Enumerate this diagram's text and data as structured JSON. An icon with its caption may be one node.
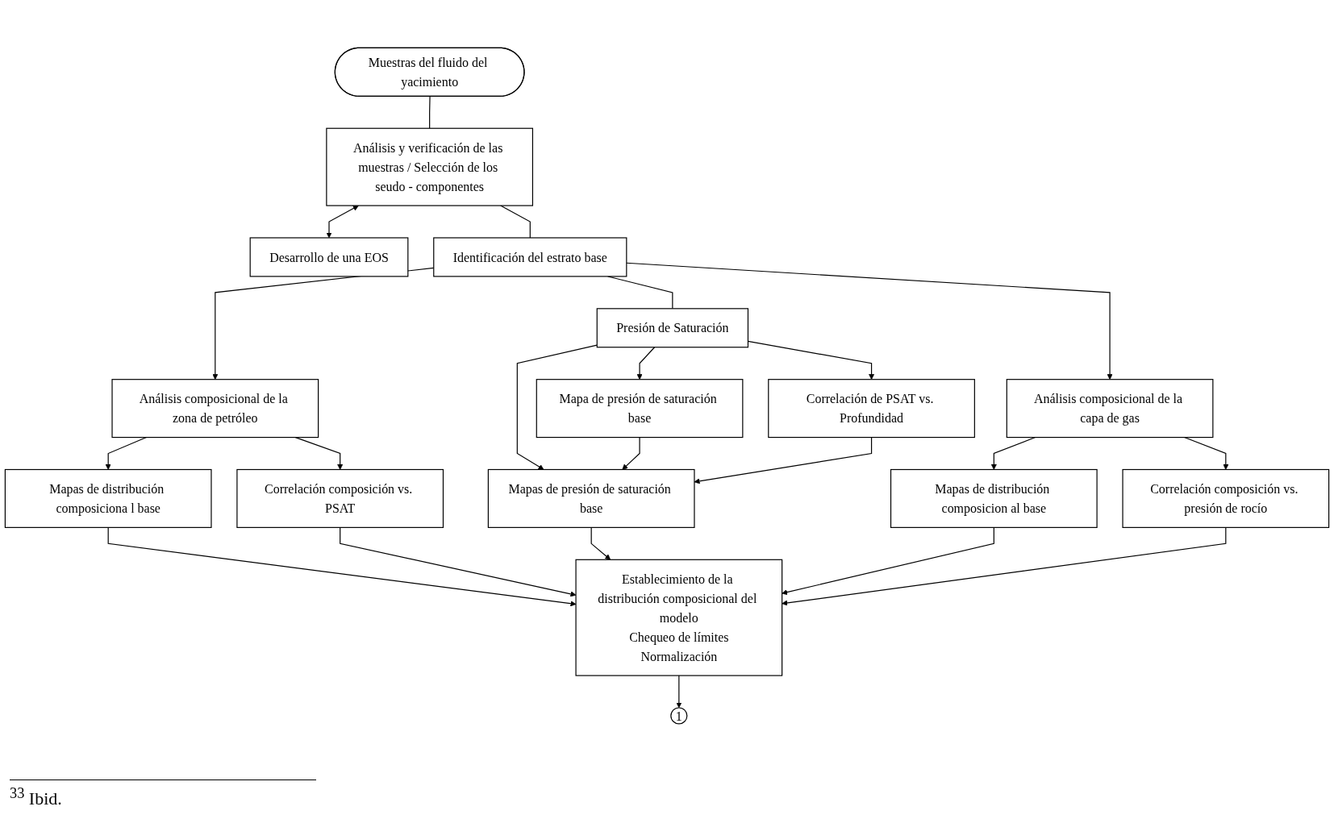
{
  "diagram": {
    "nodes": [
      {
        "text": [
          "Muestras del fluido del yacimiento"
        ]
      },
      {
        "text": [
          "Análisis y verificación de las muestras / Selección de los seudo - componentes"
        ]
      },
      {
        "text": [
          "Desarrollo de una EOS"
        ]
      },
      {
        "text": [
          "Identificación del estrato base"
        ]
      },
      {
        "text": [
          "Análisis composicional de la zona de petróleo"
        ]
      },
      {
        "text": [
          "Presión de Saturación"
        ]
      },
      {
        "text": [
          "Análisis composicional de la capa de gas"
        ]
      },
      {
        "text": [
          "Mapas de distribución composiciona l base"
        ]
      },
      {
        "text": [
          "Correlación composición vs. PSAT"
        ]
      },
      {
        "text": [
          "Mapa de presión de saturación base"
        ]
      },
      {
        "text": [
          "Correlación de PSAT vs. Profundidad"
        ]
      },
      {
        "text": [
          "Mapas de presión de saturación base"
        ]
      },
      {
        "text": [
          "Mapas de distribución composicion al base"
        ]
      },
      {
        "text": [
          "Correlación composición vs. presión de rocío"
        ]
      },
      {
        "text": [
          "Establecimiento de la distribución composicional del modelo",
          "Chequeo de límites",
          "Normalización"
        ]
      },
      {
        "text": [
          "1"
        ]
      }
    ],
    "edges": [
      {
        "from": 0,
        "to": 1,
        "arrow": "none"
      },
      {
        "from": 1,
        "to": 2,
        "arrow": "both"
      },
      {
        "from": 1,
        "to": 3,
        "arrow": "none"
      },
      {
        "from": 3,
        "to": 4,
        "arrow": "to"
      },
      {
        "from": 3,
        "to": 5,
        "arrow": "none"
      },
      {
        "from": 3,
        "to": 6,
        "arrow": "to"
      },
      {
        "from": 4,
        "to": 7,
        "arrow": "to"
      },
      {
        "from": 4,
        "to": 8,
        "arrow": "to"
      },
      {
        "from": 5,
        "to": 9,
        "arrow": "to"
      },
      {
        "from": 5,
        "to": 10,
        "arrow": "to"
      },
      {
        "from": 5,
        "to": 11,
        "arrow": "to"
      },
      {
        "from": 9,
        "to": 11,
        "arrow": "to"
      },
      {
        "from": 10,
        "to": 11,
        "arrow": "to"
      },
      {
        "from": 6,
        "to": 12,
        "arrow": "to"
      },
      {
        "from": 6,
        "to": 13,
        "arrow": "to"
      },
      {
        "from": 7,
        "to": 14,
        "arrow": "to"
      },
      {
        "from": 8,
        "to": 14,
        "arrow": "to"
      },
      {
        "from": 11,
        "to": 14,
        "arrow": "to"
      },
      {
        "from": 12,
        "to": 14,
        "arrow": "to"
      },
      {
        "from": 13,
        "to": 14,
        "arrow": "to"
      },
      {
        "from": 14,
        "to": 15,
        "arrow": "to"
      }
    ],
    "labels": [
      "$^{33}$ Ibid."
    ]
  }
}
